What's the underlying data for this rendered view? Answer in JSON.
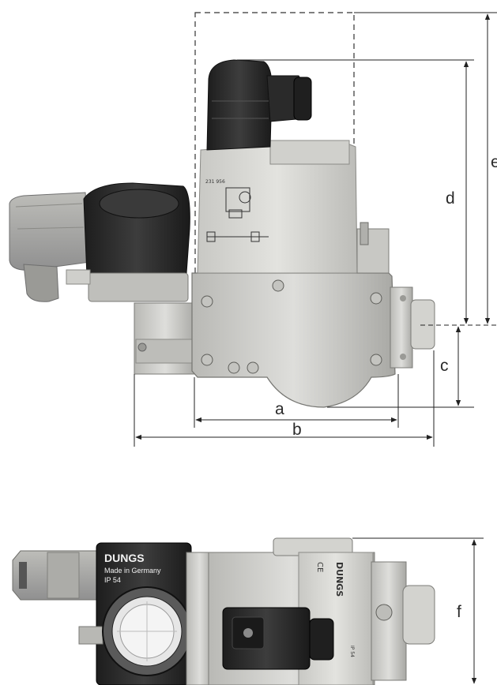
{
  "dimensions": {
    "a": "a",
    "b": "b",
    "c": "c",
    "d": "d",
    "e": "e",
    "f": "f"
  },
  "top_view": {
    "pressure_switch_brand": "DUNGS",
    "pressure_switch_origin": "Made in Germany",
    "pressure_switch_rating": "IP 54",
    "valve_brand": "DUNGS",
    "ce_mark": "CE",
    "marking": "IP 54"
  },
  "side_view": {
    "label_code": "231 956"
  },
  "colors": {
    "background": "#ffffff",
    "aluminum": "#c9c9c6",
    "housing": "#d8d8d4",
    "dark_plastic": "#2b2b2b",
    "grey_plastic": "#a9aaa6",
    "dimension_line": "#222222"
  }
}
